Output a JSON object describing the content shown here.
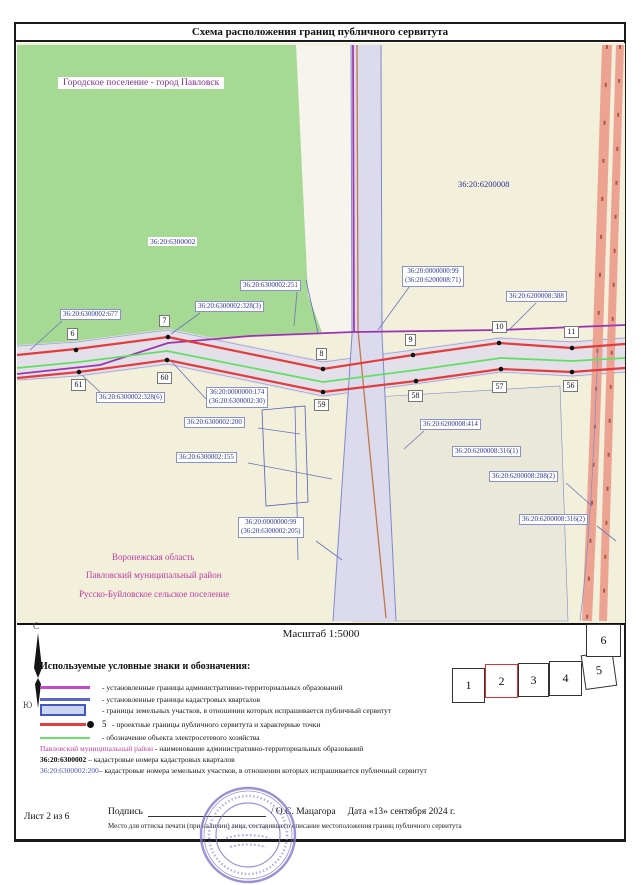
{
  "title": "Схема расположения границ публичного сервитута",
  "map": {
    "area_labels": {
      "settlement_top": "Городское поселение - город Павловск",
      "quarter_left": "36:20:6300002",
      "quarter_right": "36:20:6200008",
      "oblast": "Воронежская область",
      "district": "Павловский муниципальный район",
      "settlement_bottom": "Русско-Буйловское сельское поселение"
    },
    "parcel_labels": [
      {
        "line1": "36:20:0000000:99",
        "line2": "(36:20:6200008:71)"
      },
      {
        "line1": "36:20:6200008:388"
      },
      {
        "line1": "36:20:6300002:677"
      },
      {
        "line1": "36:20:6300002:251"
      },
      {
        "line1": "36:20:6300002:328(3)"
      },
      {
        "line1": "36:20:6300002:328(6)"
      },
      {
        "line1": "36:20:0000000:174",
        "line2": "(36:20:6300002:30)"
      },
      {
        "line1": "36:20:6300002:200"
      },
      {
        "line1": "36:20:6300002:155"
      },
      {
        "line1": "36:20:0000000:99",
        "line2": "(36:20:6300002:205)"
      },
      {
        "line1": "36:20:6200008:414"
      },
      {
        "line1": "36:20:6200008:316(1)"
      },
      {
        "line1": "36:20:6200008:288(2)"
      },
      {
        "line1": "36:20:6200008:316(2)"
      }
    ],
    "points": [
      "6",
      "7",
      "8",
      "9",
      "10",
      "11",
      "61",
      "60",
      "59",
      "58",
      "57",
      "56"
    ]
  },
  "compass": {
    "north": "С",
    "south": "Ю"
  },
  "scale_label": "Масштаб 1:5000",
  "legend": {
    "heading": "Используемые условные знаки и обозначения:",
    "point_symbol_number": "5",
    "items": [
      "- установленные границы административно-территориальных образований",
      "- установленные границы кадастровых кварталов",
      "- границы земельных участков, в отношении которых испрашивается публичный сервитут",
      "- проектные границы публичного сервитута и характерные точки",
      "- обозначение объекта электросетевого хозяйства"
    ],
    "notes": [
      {
        "term": "Павловский муниципальный район",
        "rest": " - наименование административно-территориальных образований"
      },
      {
        "term": "36:20:6300002",
        "rest": " – кадастровые номера кадастровых кварталов"
      },
      {
        "term": "36:20:6300002:200",
        "rest": "– кадастровые номера земельных участков, в отношении которых испрашивается публичный сервитут"
      }
    ]
  },
  "sheet_index": [
    "1",
    "2",
    "3",
    "4",
    "5",
    "6"
  ],
  "footer": {
    "sheet_label": "Лист 2 из 6",
    "signature_label": "Подпись",
    "signature_name": "/ О.С. Мацагора",
    "date_label": "Дата «13» сентября 2024 г.",
    "stamp_note": "Место для оттиска печати (при наличии) лица, составившего описание местоположения границ публичного сервитута"
  },
  "colors": {
    "servitude_red": "#e23c3c",
    "admin_purple": "#9c35ad",
    "quarter_blue": "#5a66c8",
    "power_green": "#62df62",
    "settlement_green_fill": "#a6d994",
    "quarter_yellow_fill": "#f2efdb",
    "road_fill": "#dcdbee",
    "corridor_fill": "#e3e0ea",
    "salmon_stripe": "#eda392",
    "stamp_violet": "#8479cd",
    "current_sheet_red": "#e03030"
  }
}
